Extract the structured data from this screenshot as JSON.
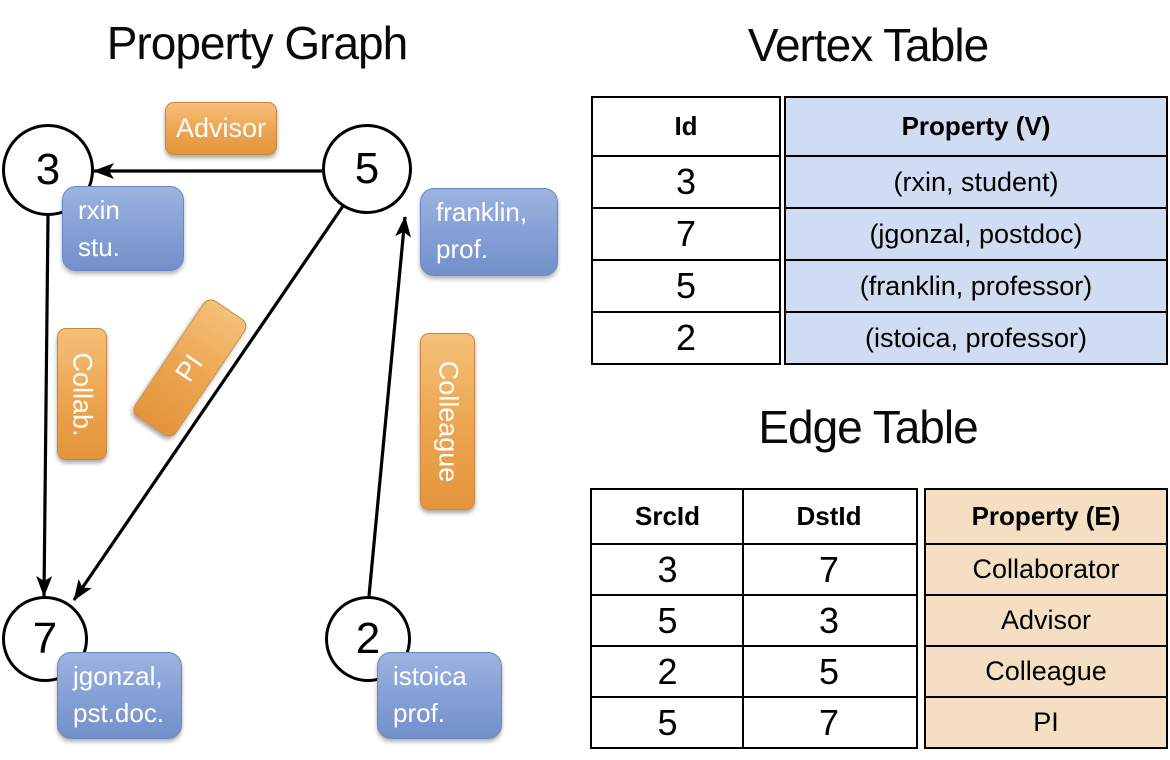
{
  "graph": {
    "title": "Property Graph",
    "vertices": [
      {
        "id": "3",
        "property_lines": [
          "rxin",
          "stu."
        ]
      },
      {
        "id": "5",
        "property_lines": [
          "franklin,",
          "prof."
        ]
      },
      {
        "id": "7",
        "property_lines": [
          "jgonzal,",
          "pst.doc."
        ]
      },
      {
        "id": "2",
        "property_lines": [
          "istoica",
          "prof."
        ]
      }
    ],
    "edges": [
      {
        "src": "5",
        "dst": "3",
        "label": "Advisor"
      },
      {
        "src": "3",
        "dst": "7",
        "label": "Collab."
      },
      {
        "src": "5",
        "dst": "7",
        "label": "PI"
      },
      {
        "src": "2",
        "dst": "5",
        "label": "Colleague"
      }
    ]
  },
  "vertex_table": {
    "title": "Vertex Table",
    "headers": {
      "id": "Id",
      "property": "Property (V)"
    },
    "rows": [
      {
        "id": "3",
        "property": "(rxin, student)"
      },
      {
        "id": "7",
        "property": "(jgonzal, postdoc)"
      },
      {
        "id": "5",
        "property": "(franklin, professor)"
      },
      {
        "id": "2",
        "property": "(istoica, professor)"
      }
    ]
  },
  "edge_table": {
    "title": "Edge Table",
    "headers": {
      "src": "SrcId",
      "dst": "DstId",
      "property": "Property (E)"
    },
    "rows": [
      {
        "src": "3",
        "dst": "7",
        "property": "Collaborator"
      },
      {
        "src": "5",
        "dst": "3",
        "property": "Advisor"
      },
      {
        "src": "2",
        "dst": "5",
        "property": "Colleague"
      },
      {
        "src": "5",
        "dst": "7",
        "property": "PI"
      }
    ]
  },
  "colors": {
    "vtable-bg": "#CFDCF1",
    "etable-bg": "#F4DFC2",
    "orange": "#ECA34F",
    "blue": "#7F9CD1",
    "line": "#000000"
  }
}
